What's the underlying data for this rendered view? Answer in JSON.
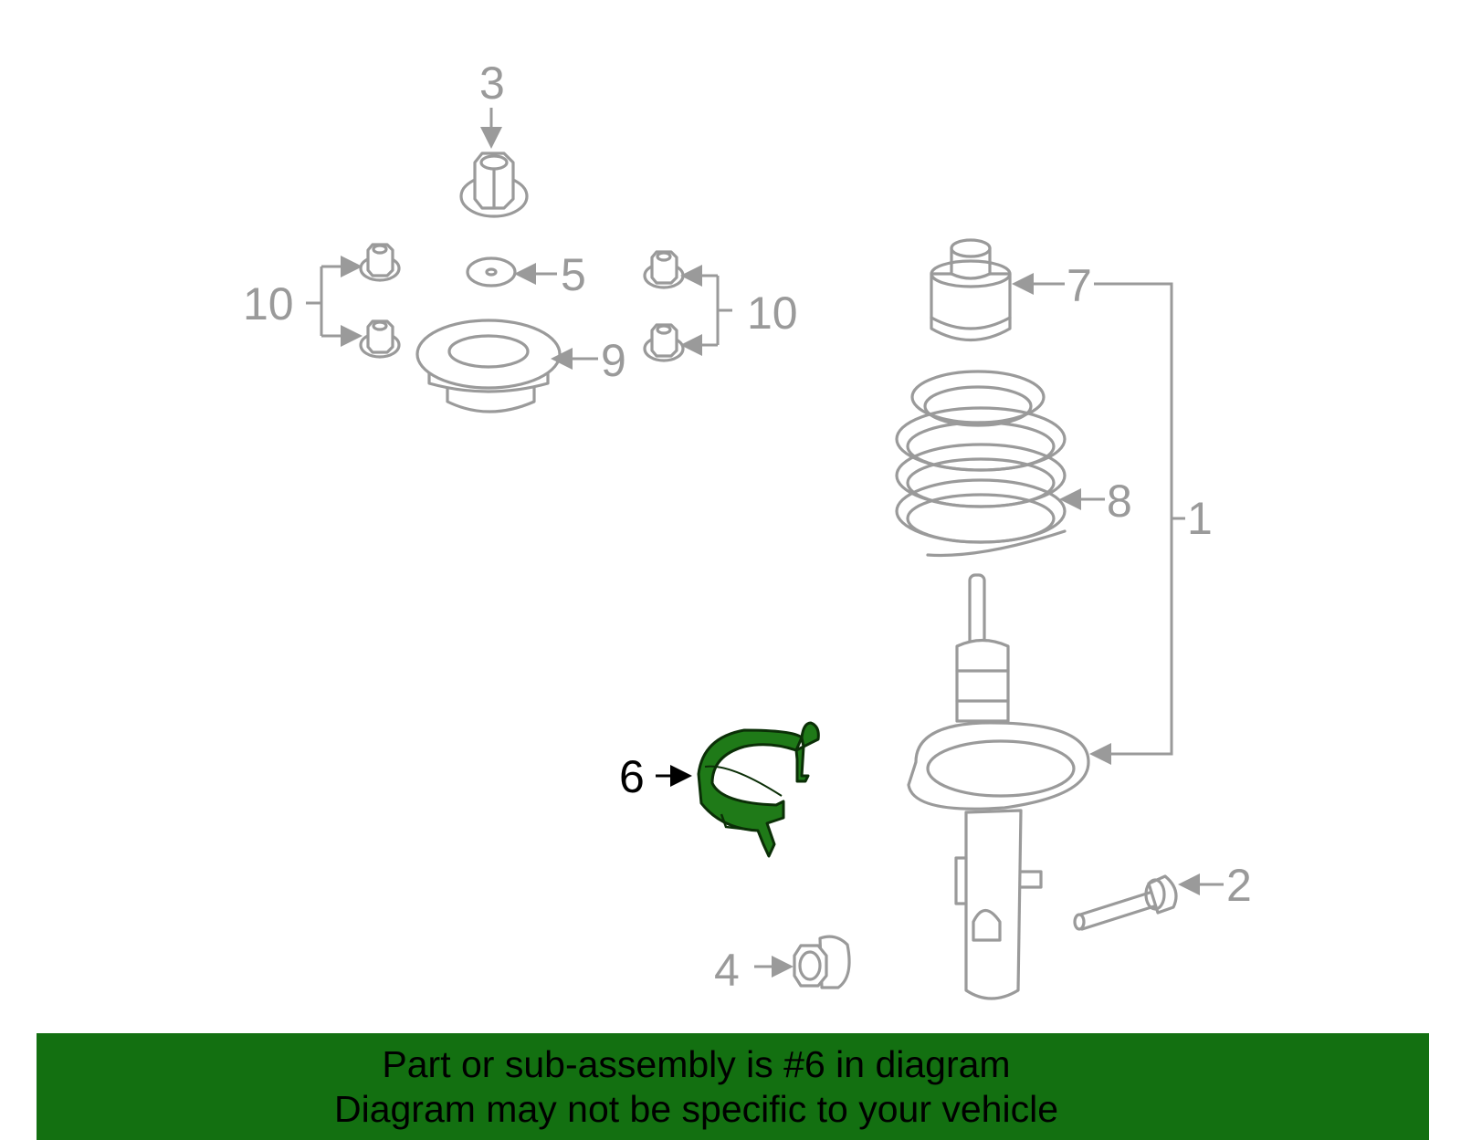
{
  "colors": {
    "part_gray": "#9a9a9a",
    "highlight_green": "#1f7a18",
    "banner_green": "#137011"
  },
  "labels": {
    "l1": "1",
    "l2": "2",
    "l3": "3",
    "l4": "4",
    "l5": "5",
    "l6": "6",
    "l7": "7",
    "l8": "8",
    "l9": "9",
    "l10_left": "10",
    "l10_right": "10"
  },
  "banner": {
    "line1": "Part or sub-assembly is #6 in diagram",
    "line2": "Diagram may not be specific to your vehicle"
  }
}
